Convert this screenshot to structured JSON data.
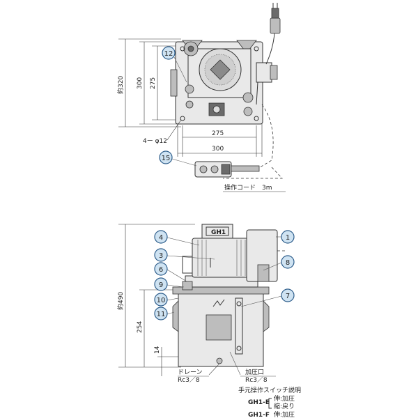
{
  "top_view": {
    "dim_height_total": "約320",
    "dim_height_inner": "300",
    "dim_height_bolt": "275",
    "dim_hole": "4ー φ12",
    "dim_width_bolt": "275",
    "dim_width_total": "300",
    "cord_label": "操作コード　3m"
  },
  "front_view": {
    "nameplate": "GH1",
    "dim_height_total": "約490",
    "dim_tank_height": "254",
    "dim_bottom": "14",
    "drain_label": "ドレーン",
    "drain_port": "Rc3／8",
    "pressure_label": "加圧口",
    "pressure_port": "Rc3／8"
  },
  "switch_notes": {
    "title": "手元操作スイッチ説明",
    "gh1e_model": "GH1-E",
    "gh1e_extend": "伸:加圧",
    "gh1e_retract": "縮:戻り",
    "gh1f_model": "GH1-F",
    "gh1f_extend": "伸:加圧"
  },
  "callouts": [
    "12",
    "15",
    "4",
    "3",
    "6",
    "9",
    "10",
    "11",
    "1",
    "8",
    "7"
  ],
  "colors": {
    "callout_fill": "#cfe3f2",
    "callout_stroke": "#2c5c8a",
    "line": "#333333"
  }
}
